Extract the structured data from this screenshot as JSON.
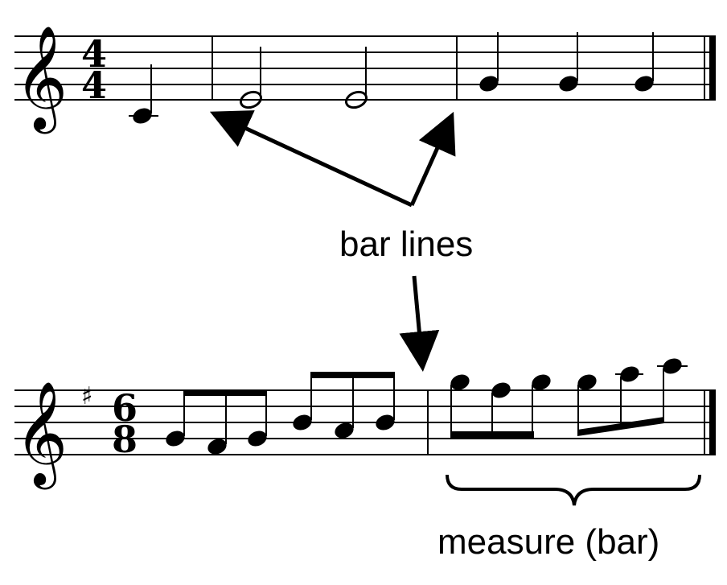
{
  "labels": {
    "bar_lines": "bar lines",
    "measure": "measure (bar)"
  },
  "top_staff": {
    "time_signature": {
      "top": "4",
      "bottom": "4"
    }
  },
  "bottom_staff": {
    "key_signature": "♯",
    "time_signature": {
      "top": "6",
      "bottom": "8"
    }
  },
  "glyphs": {
    "treble_clef": "𝄞"
  },
  "colors": {
    "ink": "#000000",
    "background": "#ffffff"
  }
}
